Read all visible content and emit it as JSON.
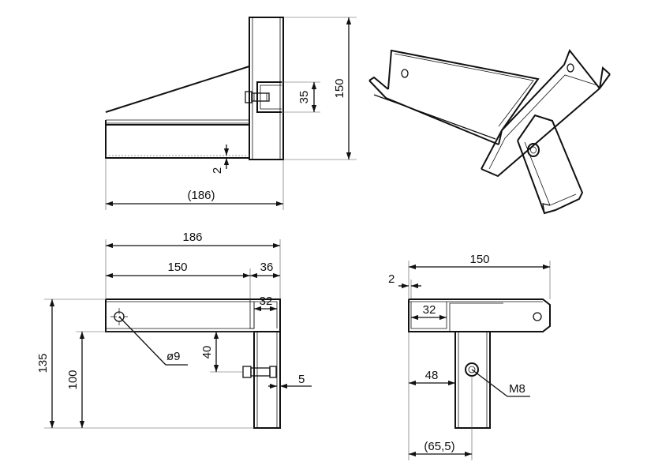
{
  "dimensions": {
    "side_height": "150",
    "side_clamp": "35",
    "side_thickness": "2",
    "side_length": "(186)",
    "top_overall": "186",
    "top_arm": "150",
    "top_post": "36",
    "top_channel": "32",
    "top_total_height": "135",
    "top_hole_height": "100",
    "top_bolt_height": "40",
    "top_offset": "5",
    "top_hole_dia": "ø9",
    "end_length": "150",
    "end_thickness": "2",
    "end_channel": "32",
    "end_offset": "48",
    "end_total": "(65,5)",
    "end_thread": "M8"
  }
}
